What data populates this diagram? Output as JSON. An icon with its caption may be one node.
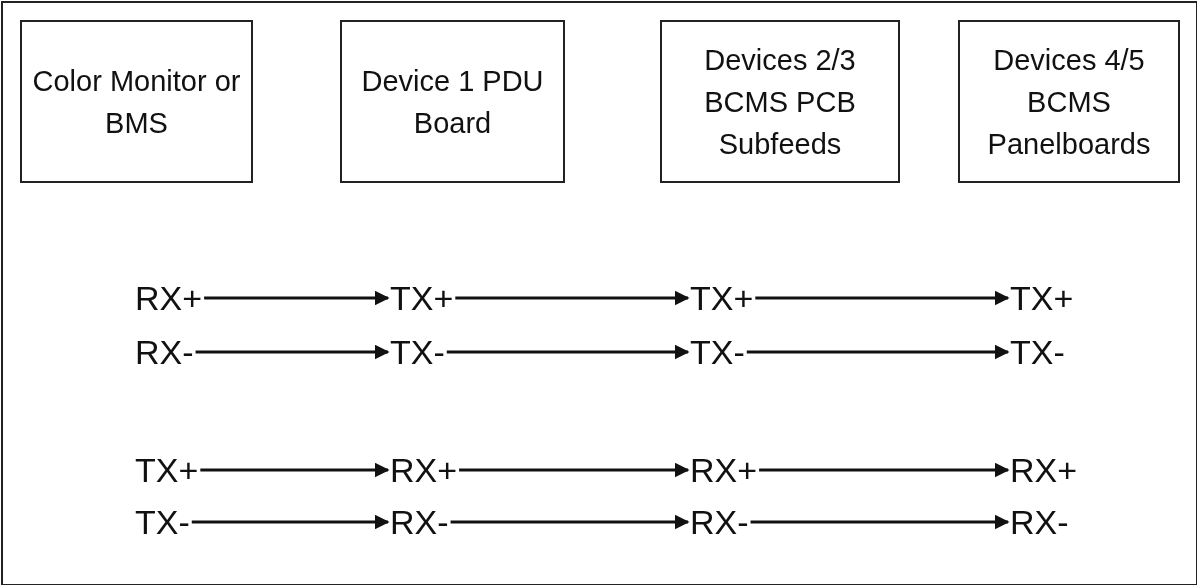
{
  "diagram": {
    "nodes": [
      {
        "text": [
          "Color Monitor or BMS"
        ]
      },
      {
        "text": [
          "Device 1 PDU Board"
        ]
      },
      {
        "text": [
          "Devices 2/3 BCMS PCB Subfeeds"
        ]
      },
      {
        "text": [
          "Devices 4/5 BCMS Panelboards"
        ]
      },
      {
        "text": [
          "RX+"
        ]
      },
      {
        "text": [
          "TX+"
        ]
      },
      {
        "text": [
          "TX+"
        ]
      },
      {
        "text": [
          "TX+"
        ]
      },
      {
        "text": [
          "RX-"
        ]
      },
      {
        "text": [
          "TX-"
        ]
      },
      {
        "text": [
          "TX-"
        ]
      },
      {
        "text": [
          "TX-"
        ]
      },
      {
        "text": [
          "TX+"
        ]
      },
      {
        "text": [
          "RX+"
        ]
      },
      {
        "text": [
          "RX+"
        ]
      },
      {
        "text": [
          "RX+"
        ]
      },
      {
        "text": [
          "TX-"
        ]
      },
      {
        "text": [
          "RX-"
        ]
      },
      {
        "text": [
          "RX-"
        ]
      },
      {
        "text": [
          "RX-"
        ]
      }
    ],
    "edges": [
      {
        "from": 4,
        "to": 5,
        "arrow": "to"
      },
      {
        "from": 5,
        "to": 6,
        "arrow": "to"
      },
      {
        "from": 6,
        "to": 7,
        "arrow": "to"
      },
      {
        "from": 8,
        "to": 9,
        "arrow": "to"
      },
      {
        "from": 9,
        "to": 10,
        "arrow": "to"
      },
      {
        "from": 10,
        "to": 11,
        "arrow": "to"
      },
      {
        "from": 12,
        "to": 13,
        "arrow": "to"
      },
      {
        "from": 13,
        "to": 14,
        "arrow": "to"
      },
      {
        "from": 14,
        "to": 15,
        "arrow": "to"
      },
      {
        "from": 16,
        "to": 17,
        "arrow": "to"
      },
      {
        "from": 17,
        "to": 18,
        "arrow": "to"
      },
      {
        "from": 18,
        "to": 19,
        "arrow": "to"
      }
    ]
  }
}
